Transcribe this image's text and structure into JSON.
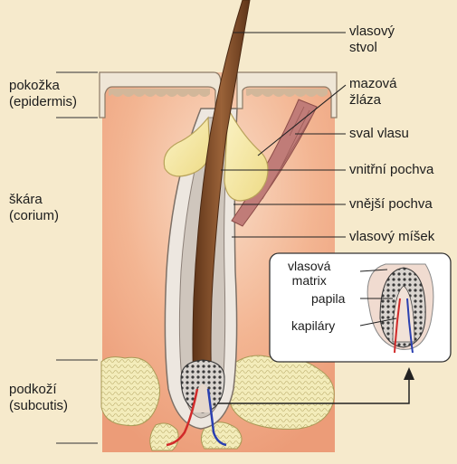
{
  "left_labels": {
    "epidermis": {
      "line1": "pokožka",
      "line2": "(epidermis)"
    },
    "corium": {
      "line1": "škára",
      "line2": "(corium)"
    },
    "subcutis": {
      "line1": "podkoží",
      "line2": "(subcutis)"
    }
  },
  "right_labels": {
    "shaft": {
      "line1": "vlasový",
      "line2": "stvol"
    },
    "sebaceous": {
      "line1": "mazová",
      "line2": "žláza"
    },
    "muscle": "sval vlasu",
    "inner_sheath": "vnitřní pochva",
    "outer_sheath": "vnější pochva",
    "follicle": "vlasový míšek"
  },
  "inset": {
    "matrix": {
      "line1": "vlasová",
      "line2": "matrix"
    },
    "papilla": "papila",
    "capillaries": "kapiláry"
  },
  "colors": {
    "background": "#f6eacc",
    "dermis": "#f3b592",
    "epidermis_fill": "#f2e8d8",
    "hair_shaft": "#7a4a2a",
    "sebaceous_gland": "#f4e7a2",
    "muscle": "#c07c78",
    "artery": "#d12a2a",
    "vein": "#2a3fb0",
    "fat": "#f1eab4"
  }
}
